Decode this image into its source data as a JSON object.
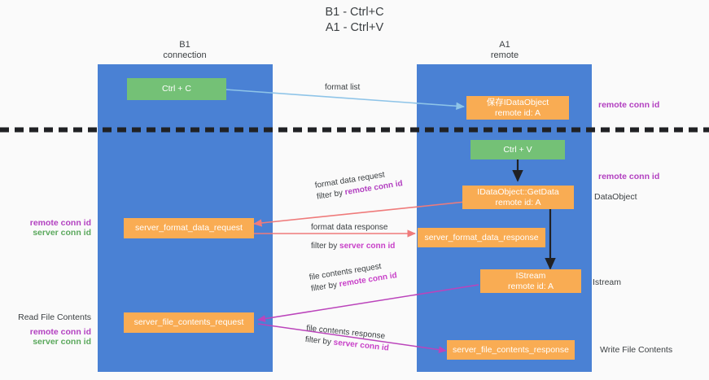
{
  "title": {
    "line1": "B1 - Ctrl+C",
    "line2": "A1 - Ctrl+V"
  },
  "columns": [
    {
      "name": "B1",
      "sub": "connection"
    },
    {
      "name": "A1",
      "sub": "remote"
    }
  ],
  "nodes": {
    "ctrl_c": {
      "line1": "Ctrl + C",
      "line2": ""
    },
    "ctrl_v": {
      "line1": "Ctrl + V",
      "line2": ""
    },
    "save_dataobject": {
      "line1": "保存IDataObject",
      "line2": "remote id: A"
    },
    "getdata": {
      "line1": "IDataObject::GetData",
      "line2": "remote id: A"
    },
    "istream": {
      "line1": "IStream",
      "line2": "remote id: A"
    },
    "server_format_data_request": {
      "line1": "server_format_data_request",
      "line2": ""
    },
    "server_format_data_response": {
      "line1": "server_format_data_response",
      "line2": ""
    },
    "server_file_contents_request": {
      "line1": "server_file_contents_request",
      "line2": ""
    },
    "server_file_contents_response": {
      "line1": "server_file_contents_response",
      "line2": ""
    }
  },
  "edges": {
    "format_list": "format list",
    "format_data_request": "format data request",
    "format_data_request_filter_prefix": "filter by ",
    "format_data_request_filter_key": "remote conn id",
    "format_data_response": "format data response",
    "format_data_response_filter_prefix": "filter by ",
    "format_data_response_filter_key": "server conn id",
    "file_contents_request": "file contents request",
    "file_contents_request_filter_prefix": "filter by ",
    "file_contents_request_filter_key": "remote conn id",
    "file_contents_response": "file contents response",
    "file_contents_response_filter_prefix": "filter by ",
    "file_contents_response_filter_key": "server conn id"
  },
  "annotations": {
    "right_remote_conn_id_top": "remote conn id",
    "right_remote_conn_id_mid": "remote conn id",
    "right_dataobject": "DataObject",
    "right_istream": "Istream",
    "right_write_file_contents": "Write File Contents",
    "left_remote_conn_id_mid": "remote conn id",
    "left_server_conn_id_mid": "server conn id",
    "left_read_file_contents": "Read File Contents",
    "left_remote_conn_id_bottom": "remote conn id",
    "left_server_conn_id_bottom": "server conn id"
  },
  "colors": {
    "lane": "#4a81d4",
    "green_node": "#74c176",
    "orange_node": "#f9ac53",
    "purple_text": "#b23fc0",
    "green_text": "#5aa85c",
    "arrow_blue": "#8ec4e8",
    "arrow_red": "#ef7b7b",
    "arrow_magenta": "#bb44bb",
    "arrow_black": "#202124",
    "divider": "#202124",
    "background": "#fafafa"
  }
}
